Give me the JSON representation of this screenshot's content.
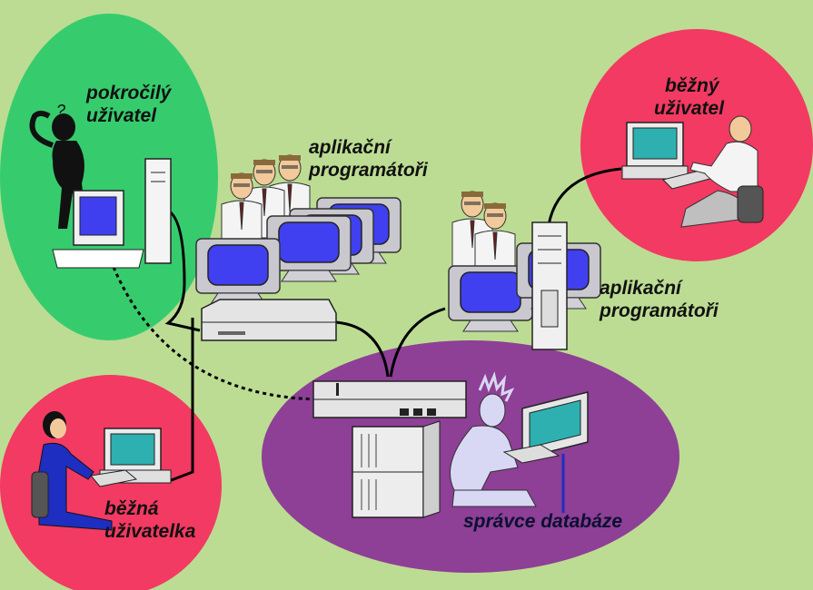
{
  "labels": {
    "advanced_user": [
      "pokročilý",
      "uživatel"
    ],
    "app_programmers_1": [
      "aplikační",
      "programátoři"
    ],
    "app_programmers_2": [
      "aplikační",
      "programátoři"
    ],
    "regular_user": [
      "běžný",
      "uživatel"
    ],
    "regular_user_female": [
      "běžná",
      "uživatelka"
    ],
    "db_admin": "správce databáze"
  },
  "colors": {
    "background": "#bcdc93",
    "green_zone": "#36cc6e",
    "red_zone": "#f23a62",
    "purple_zone": "#8e3f96",
    "screen": "#3f3ff0",
    "cable": "#000000"
  },
  "icons": {
    "thinking_figure": "thinking-person-icon",
    "workstation": "computer-icon",
    "server": "server-icon",
    "hub": "network-hub-icon"
  }
}
